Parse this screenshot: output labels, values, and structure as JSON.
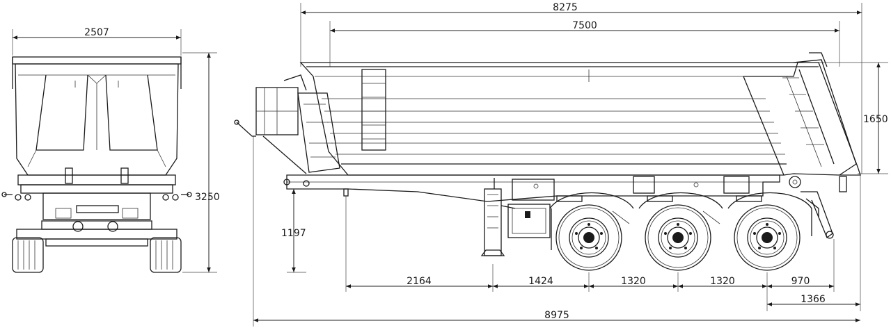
{
  "drawing": {
    "front_view": {
      "width": "2507",
      "height": "3250"
    },
    "side_view": {
      "overall_body_length": "8275",
      "body_inner_length": "7500",
      "body_height": "1650",
      "fifth_wheel_height": "1197",
      "overall_length": "8975",
      "kingpin_to_landing_gear": "2164",
      "landing_gear_to_axle1": "1424",
      "axle1_to_axle2": "1320",
      "axle2_to_axle3": "1320",
      "axle3_to_rear": "970",
      "rear_dim": "1366"
    },
    "colors": {
      "line": "#1a1a1a",
      "background": "#ffffff"
    }
  }
}
